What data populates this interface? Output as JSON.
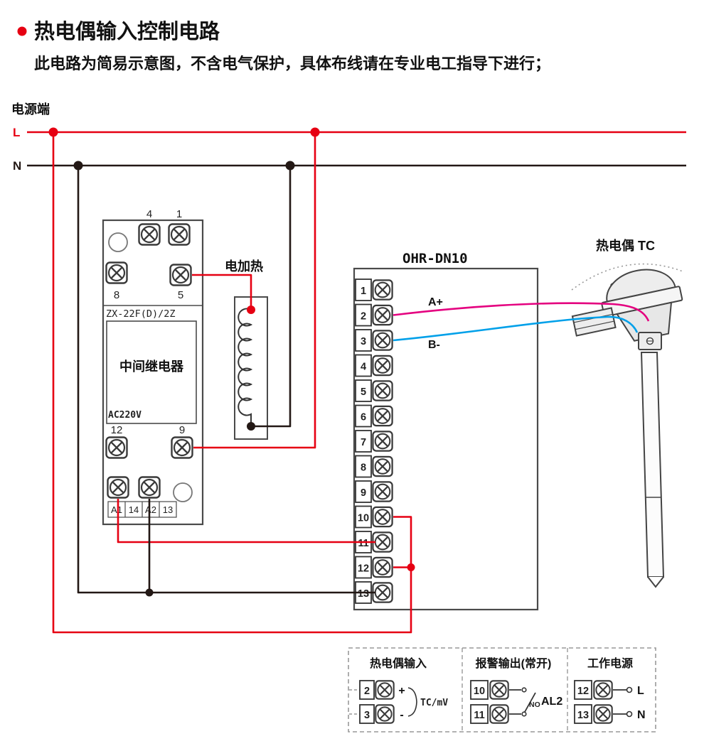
{
  "header": {
    "title": "热电偶输入控制电路",
    "subtitle": "此电路为简易示意图，不含电气保护，具体布线请在专业电工指导下进行；"
  },
  "power": {
    "label": "电源端",
    "l": "L",
    "n": "N"
  },
  "relay": {
    "model": "ZX-22F(D)/2Z",
    "name": "中间继电器",
    "voltage": "AC220V",
    "t4": "4",
    "t1": "1",
    "t8": "8",
    "t5": "5",
    "t12": "12",
    "t9": "9",
    "a1": "A1",
    "t14": "14",
    "a2": "A2",
    "t13": "13"
  },
  "heater": {
    "label": "电加热"
  },
  "controller": {
    "model": "OHR-DN10",
    "terminals": [
      "1",
      "2",
      "3",
      "4",
      "5",
      "6",
      "7",
      "8",
      "9",
      "10",
      "11",
      "12",
      "13"
    ],
    "wire_a": "A+",
    "wire_b": "B-"
  },
  "thermocouple": {
    "label": "热电偶 TC"
  },
  "legend": {
    "tc_input": {
      "title": "热电偶输入",
      "t2": "2",
      "t3": "3",
      "plus": "+",
      "minus": "-",
      "signal": "TC/mV"
    },
    "alarm": {
      "title": "报警输出(常开)",
      "t10": "10",
      "t11": "11",
      "no_label": "NO",
      "name": "AL2"
    },
    "work_power": {
      "title": "工作电源",
      "t12": "12",
      "t13": "13",
      "l": "L",
      "n": "N"
    }
  },
  "colors": {
    "line_red": "#e60012",
    "line_black": "#231815",
    "wire_a_magenta": "#e4007f",
    "wire_b_cyan": "#00a0e9"
  }
}
